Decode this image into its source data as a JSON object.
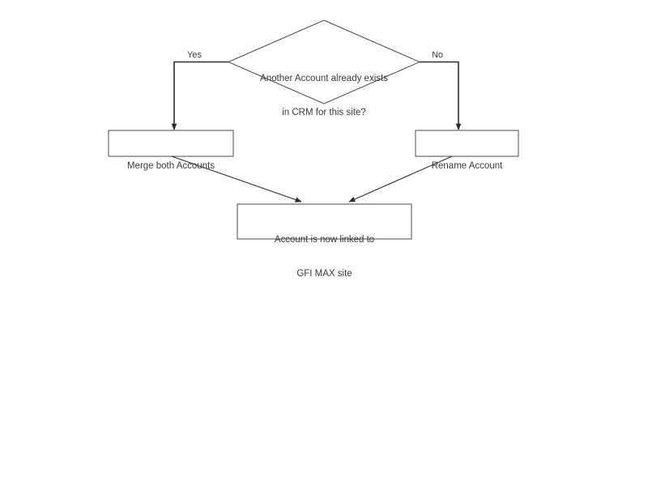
{
  "diagram": {
    "type": "flowchart",
    "title": "CRM Account linking decision flow",
    "background_color": "#ffffff",
    "line_color": "#404040",
    "text_color": "#3a3a3a",
    "nodes": [
      {
        "id": "decision",
        "shape": "diamond",
        "line1": "Another Account already exists",
        "line2": "in CRM for this site?"
      },
      {
        "id": "merge",
        "shape": "rectangle",
        "line1": "Merge both Accounts"
      },
      {
        "id": "rename",
        "shape": "rectangle",
        "line1": "Rename Account"
      },
      {
        "id": "result",
        "shape": "rectangle",
        "line1": "Account is now linked to",
        "line2": "GFI MAX site"
      }
    ],
    "edges": [
      {
        "id": "yes-branch",
        "label": "Yes",
        "from": "decision",
        "to": "merge"
      },
      {
        "id": "no-branch",
        "label": "No",
        "from": "decision",
        "to": "rename"
      },
      {
        "id": "merge-to-result",
        "label": "",
        "from": "merge",
        "to": "result"
      },
      {
        "id": "rename-to-result",
        "label": "",
        "from": "rename",
        "to": "result"
      }
    ]
  }
}
